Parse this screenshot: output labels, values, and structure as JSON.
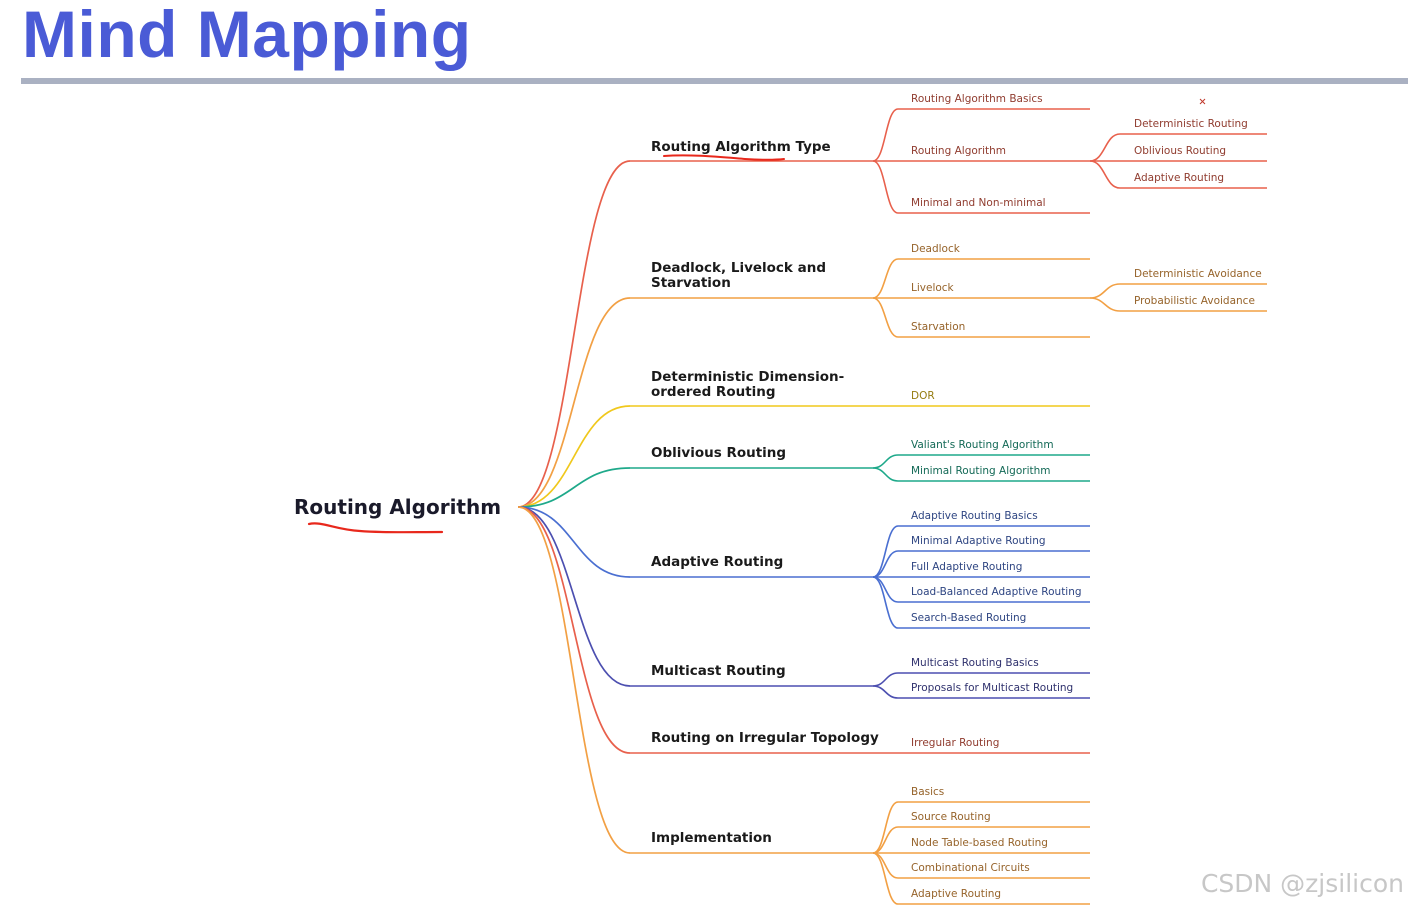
{
  "header": {
    "title": "Mind Mapping"
  },
  "watermark": "CSDN @zjsilicon",
  "mindmap": {
    "root": {
      "label": "Routing Algorithm",
      "annotation_color": "#e8281c"
    },
    "branches": [
      {
        "label": "Routing Algorithm Type",
        "color": "#e8604c",
        "children": [
          {
            "label": "Routing Algorithm Basics"
          },
          {
            "label": "Routing Algorithm",
            "children": [
              {
                "label": "Deterministic Routing"
              },
              {
                "label": "Oblivious Routing"
              },
              {
                "label": "Adaptive Routing"
              }
            ]
          },
          {
            "label": "Minimal and Non-minimal"
          }
        ]
      },
      {
        "label": "Deadlock, Livelock and Starvation",
        "color": "#f2a044",
        "children": [
          {
            "label": "Deadlock"
          },
          {
            "label": "Livelock",
            "children": [
              {
                "label": "Deterministic Avoidance"
              },
              {
                "label": "Probabilistic Avoidance"
              }
            ]
          },
          {
            "label": "Starvation"
          }
        ]
      },
      {
        "label": "Deterministic Dimension-ordered Routing",
        "color": "#f0c81c",
        "children": [
          {
            "label": "DOR"
          }
        ]
      },
      {
        "label": "Oblivious Routing",
        "color": "#1ea98a",
        "children": [
          {
            "label": "Valiant's Routing Algorithm"
          },
          {
            "label": "Minimal Routing Algorithm"
          }
        ]
      },
      {
        "label": "Adaptive Routing",
        "color": "#4a6fd1",
        "children": [
          {
            "label": "Adaptive Routing Basics"
          },
          {
            "label": "Minimal Adaptive Routing"
          },
          {
            "label": "Full Adaptive Routing"
          },
          {
            "label": "Load-Balanced Adaptive Routing"
          },
          {
            "label": "Search-Based Routing"
          }
        ]
      },
      {
        "label": "Multicast Routing",
        "color": "#4c4fb0",
        "children": [
          {
            "label": "Multicast Routing Basics"
          },
          {
            "label": "Proposals for Multicast Routing"
          }
        ]
      },
      {
        "label": "Routing on Irregular Topology",
        "color": "#e8604c",
        "children": [
          {
            "label": "Irregular Routing"
          }
        ]
      },
      {
        "label": "Implementation",
        "color": "#f2a044",
        "children": [
          {
            "label": "Basics"
          },
          {
            "label": "Source Routing"
          },
          {
            "label": "Node Table-based Routing"
          },
          {
            "label": "Combinational Circuits"
          },
          {
            "label": "Adaptive Routing"
          }
        ]
      }
    ]
  }
}
